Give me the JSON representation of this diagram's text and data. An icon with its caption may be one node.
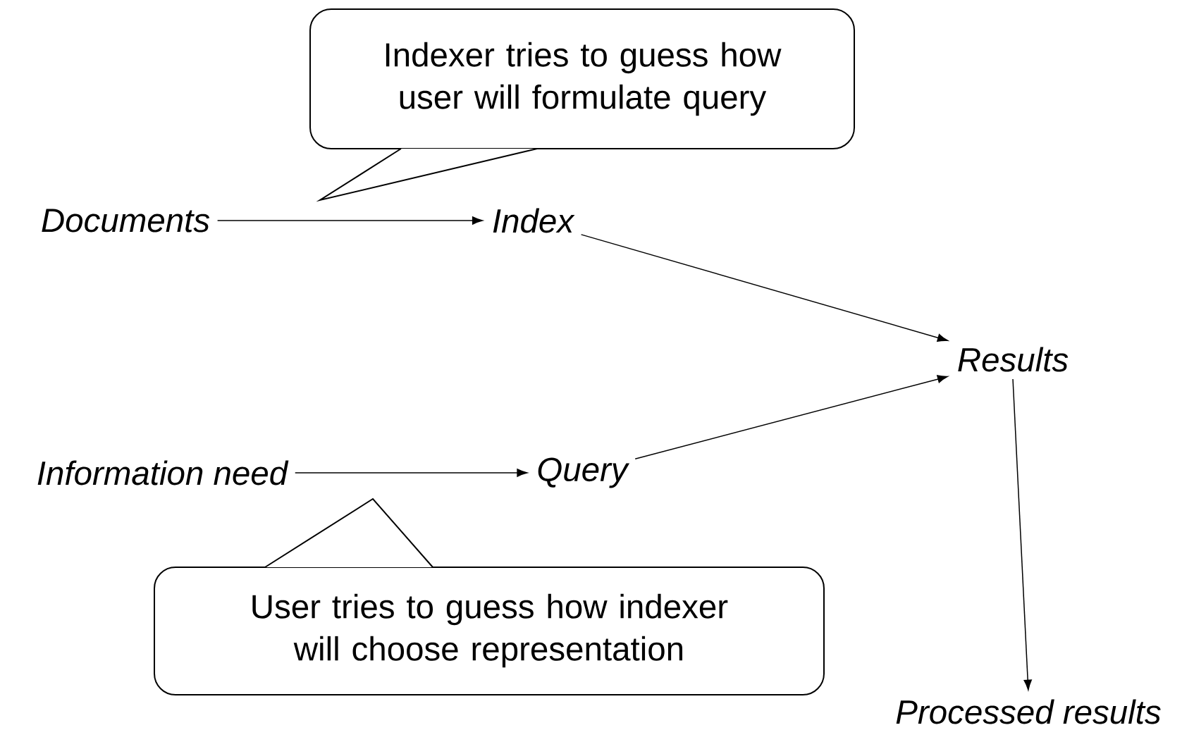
{
  "diagram": {
    "nodes": [
      {
        "text": [
          "Indexer tries to guess how user will formulate query"
        ]
      },
      {
        "text": [
          "Documents"
        ]
      },
      {
        "text": [
          "Index"
        ]
      },
      {
        "text": [
          "Results"
        ]
      },
      {
        "text": [
          "Information need"
        ]
      },
      {
        "text": [
          "Query"
        ]
      },
      {
        "text": [
          "Processed results"
        ]
      },
      {
        "text": [
          "User tries to guess how indexer will choose representation"
        ]
      }
    ],
    "edges": [
      {
        "from": 1,
        "to": 2,
        "arrow": "to"
      },
      {
        "from": 2,
        "to": 3,
        "arrow": "to"
      },
      {
        "from": 5,
        "to": 3,
        "arrow": "to"
      },
      {
        "from": 4,
        "to": 5,
        "arrow": "to"
      },
      {
        "from": 3,
        "to": 6,
        "arrow": "to"
      }
    ]
  }
}
